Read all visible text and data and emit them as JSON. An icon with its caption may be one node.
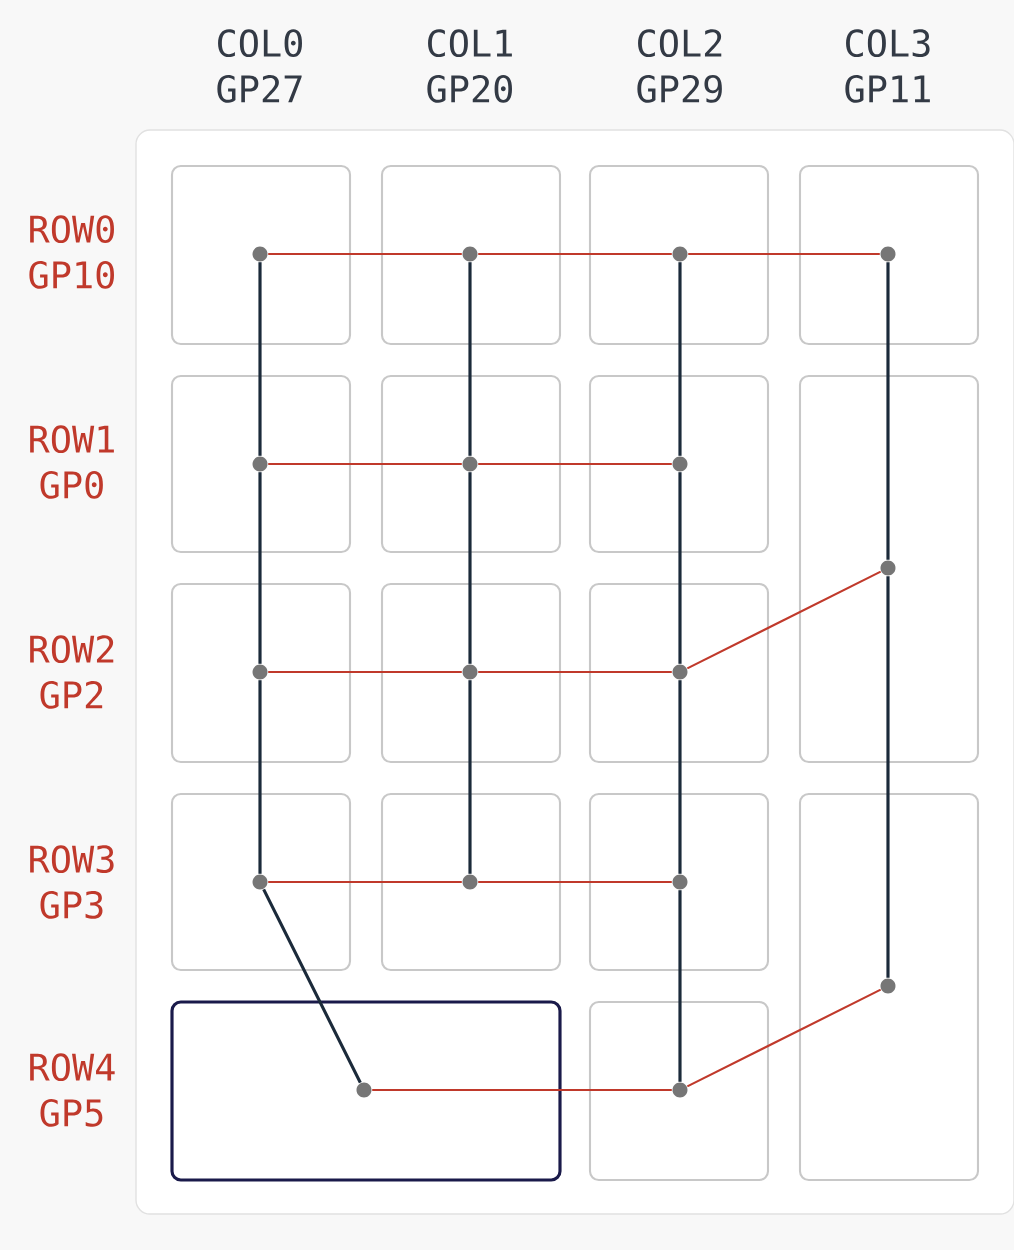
{
  "diagram": {
    "nodes": [
      {
        "text": [],
        "shape": "box"
      },
      {
        "text": [],
        "shape": "circle",
        "in": 0
      },
      {
        "text": [],
        "shape": "box"
      },
      {
        "text": [],
        "shape": "circle",
        "in": 2
      },
      {
        "text": [],
        "shape": "box"
      },
      {
        "text": [],
        "shape": "circle",
        "in": 4
      },
      {
        "text": [],
        "shape": "box"
      },
      {
        "text": [],
        "shape": "circle",
        "in": 6
      },
      {
        "text": [],
        "shape": "box"
      },
      {
        "text": [],
        "shape": "circle",
        "in": 8
      },
      {
        "text": [],
        "shape": "box"
      },
      {
        "text": [],
        "shape": "circle",
        "in": 10
      },
      {
        "text": [],
        "shape": "box"
      },
      {
        "text": [],
        "shape": "circle",
        "in": 12
      },
      {
        "text": [],
        "shape": "box"
      },
      {
        "text": [],
        "shape": "circle",
        "in": 14
      },
      {
        "text": [],
        "shape": "box"
      },
      {
        "text": [],
        "shape": "circle",
        "in": 16
      },
      {
        "text": [],
        "shape": "box"
      },
      {
        "text": [],
        "shape": "circle",
        "in": 18
      },
      {
        "text": [],
        "shape": "box"
      },
      {
        "text": [],
        "shape": "circle",
        "in": 20
      },
      {
        "text": [],
        "shape": "box"
      },
      {
        "text": [],
        "shape": "circle",
        "in": 22
      },
      {
        "text": [],
        "shape": "box"
      },
      {
        "text": [],
        "shape": "circle",
        "in": 24
      },
      {
        "text": [],
        "shape": "box"
      },
      {
        "text": [],
        "shape": "circle",
        "in": 26
      },
      {
        "text": [],
        "shape": "box"
      },
      {
        "text": [],
        "shape": "circle",
        "in": 28
      },
      {
        "text": [],
        "shape": "box"
      },
      {
        "text": [],
        "shape": "circle",
        "in": 30
      },
      {
        "text": [],
        "shape": "box"
      },
      {
        "text": [],
        "shape": "circle",
        "in": 32
      }
    ],
    "edges": [
      {
        "from": 1,
        "to": 3,
        "arrow": "none",
        "color": "#c0392b"
      },
      {
        "from": 3,
        "to": 5,
        "arrow": "none",
        "color": "#c0392b"
      },
      {
        "from": 5,
        "to": 7,
        "arrow": "none",
        "color": "#c0392b"
      },
      {
        "from": 9,
        "to": 11,
        "arrow": "none",
        "color": "#c0392b"
      },
      {
        "from": 11,
        "to": 13,
        "arrow": "none",
        "color": "#c0392b"
      },
      {
        "from": 17,
        "to": 19,
        "arrow": "none",
        "color": "#c0392b"
      },
      {
        "from": 19,
        "to": 21,
        "arrow": "none",
        "color": "#c0392b"
      },
      {
        "from": 21,
        "to": 15,
        "arrow": "none",
        "color": "#c0392b"
      },
      {
        "from": 23,
        "to": 25,
        "arrow": "none",
        "color": "#c0392b"
      },
      {
        "from": 25,
        "to": 27,
        "arrow": "none",
        "color": "#c0392b"
      },
      {
        "from": 31,
        "to": 33,
        "arrow": "none",
        "color": "#c0392b"
      },
      {
        "from": 33,
        "to": 29,
        "arrow": "none",
        "color": "#c0392b"
      },
      {
        "from": 1,
        "to": 9,
        "arrow": "none"
      },
      {
        "from": 9,
        "to": 17,
        "arrow": "none"
      },
      {
        "from": 17,
        "to": 23,
        "arrow": "none"
      },
      {
        "from": 23,
        "to": 31,
        "arrow": "none"
      },
      {
        "from": 3,
        "to": 11,
        "arrow": "none"
      },
      {
        "from": 11,
        "to": 19,
        "arrow": "none"
      },
      {
        "from": 19,
        "to": 25,
        "arrow": "none"
      },
      {
        "from": 5,
        "to": 13,
        "arrow": "none"
      },
      {
        "from": 13,
        "to": 21,
        "arrow": "none"
      },
      {
        "from": 21,
        "to": 27,
        "arrow": "none"
      },
      {
        "from": 27,
        "to": 33,
        "arrow": "none"
      },
      {
        "from": 7,
        "to": 15,
        "arrow": "none"
      },
      {
        "from": 15,
        "to": 29,
        "arrow": "none"
      }
    ],
    "labels": [
      "COL0 GP27",
      "COL1 GP20",
      "COL2 GP29",
      "COL3 GP11",
      "ROW0 GP10",
      "ROW1 GP0",
      "ROW2 GP2",
      "ROW3 GP3",
      "ROW4 GP5"
    ]
  }
}
